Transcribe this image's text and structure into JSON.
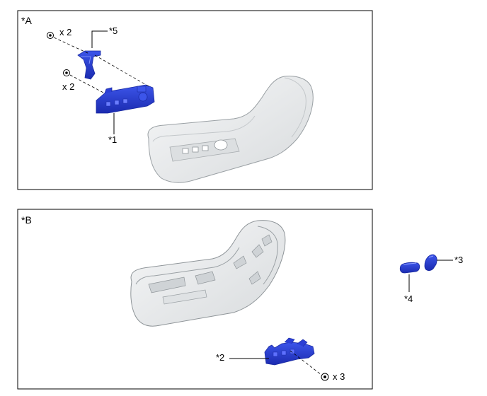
{
  "panels": {
    "a": {
      "label": "*A"
    },
    "b": {
      "label": "*B"
    }
  },
  "callouts": {
    "c1": "*1",
    "c2": "*2",
    "c3": "*3",
    "c4": "*4",
    "c5": "*5"
  },
  "quantities": {
    "screw_top": "x 2",
    "screw_mid": "x 2",
    "screw_bottom": "x 3"
  },
  "colors": {
    "part_blue": "#2b3fd6",
    "part_blue_dark": "#1a2aa0",
    "seat_fill": "#e9ebec",
    "seat_stroke": "#9aa0a4",
    "frame": "#000000"
  }
}
